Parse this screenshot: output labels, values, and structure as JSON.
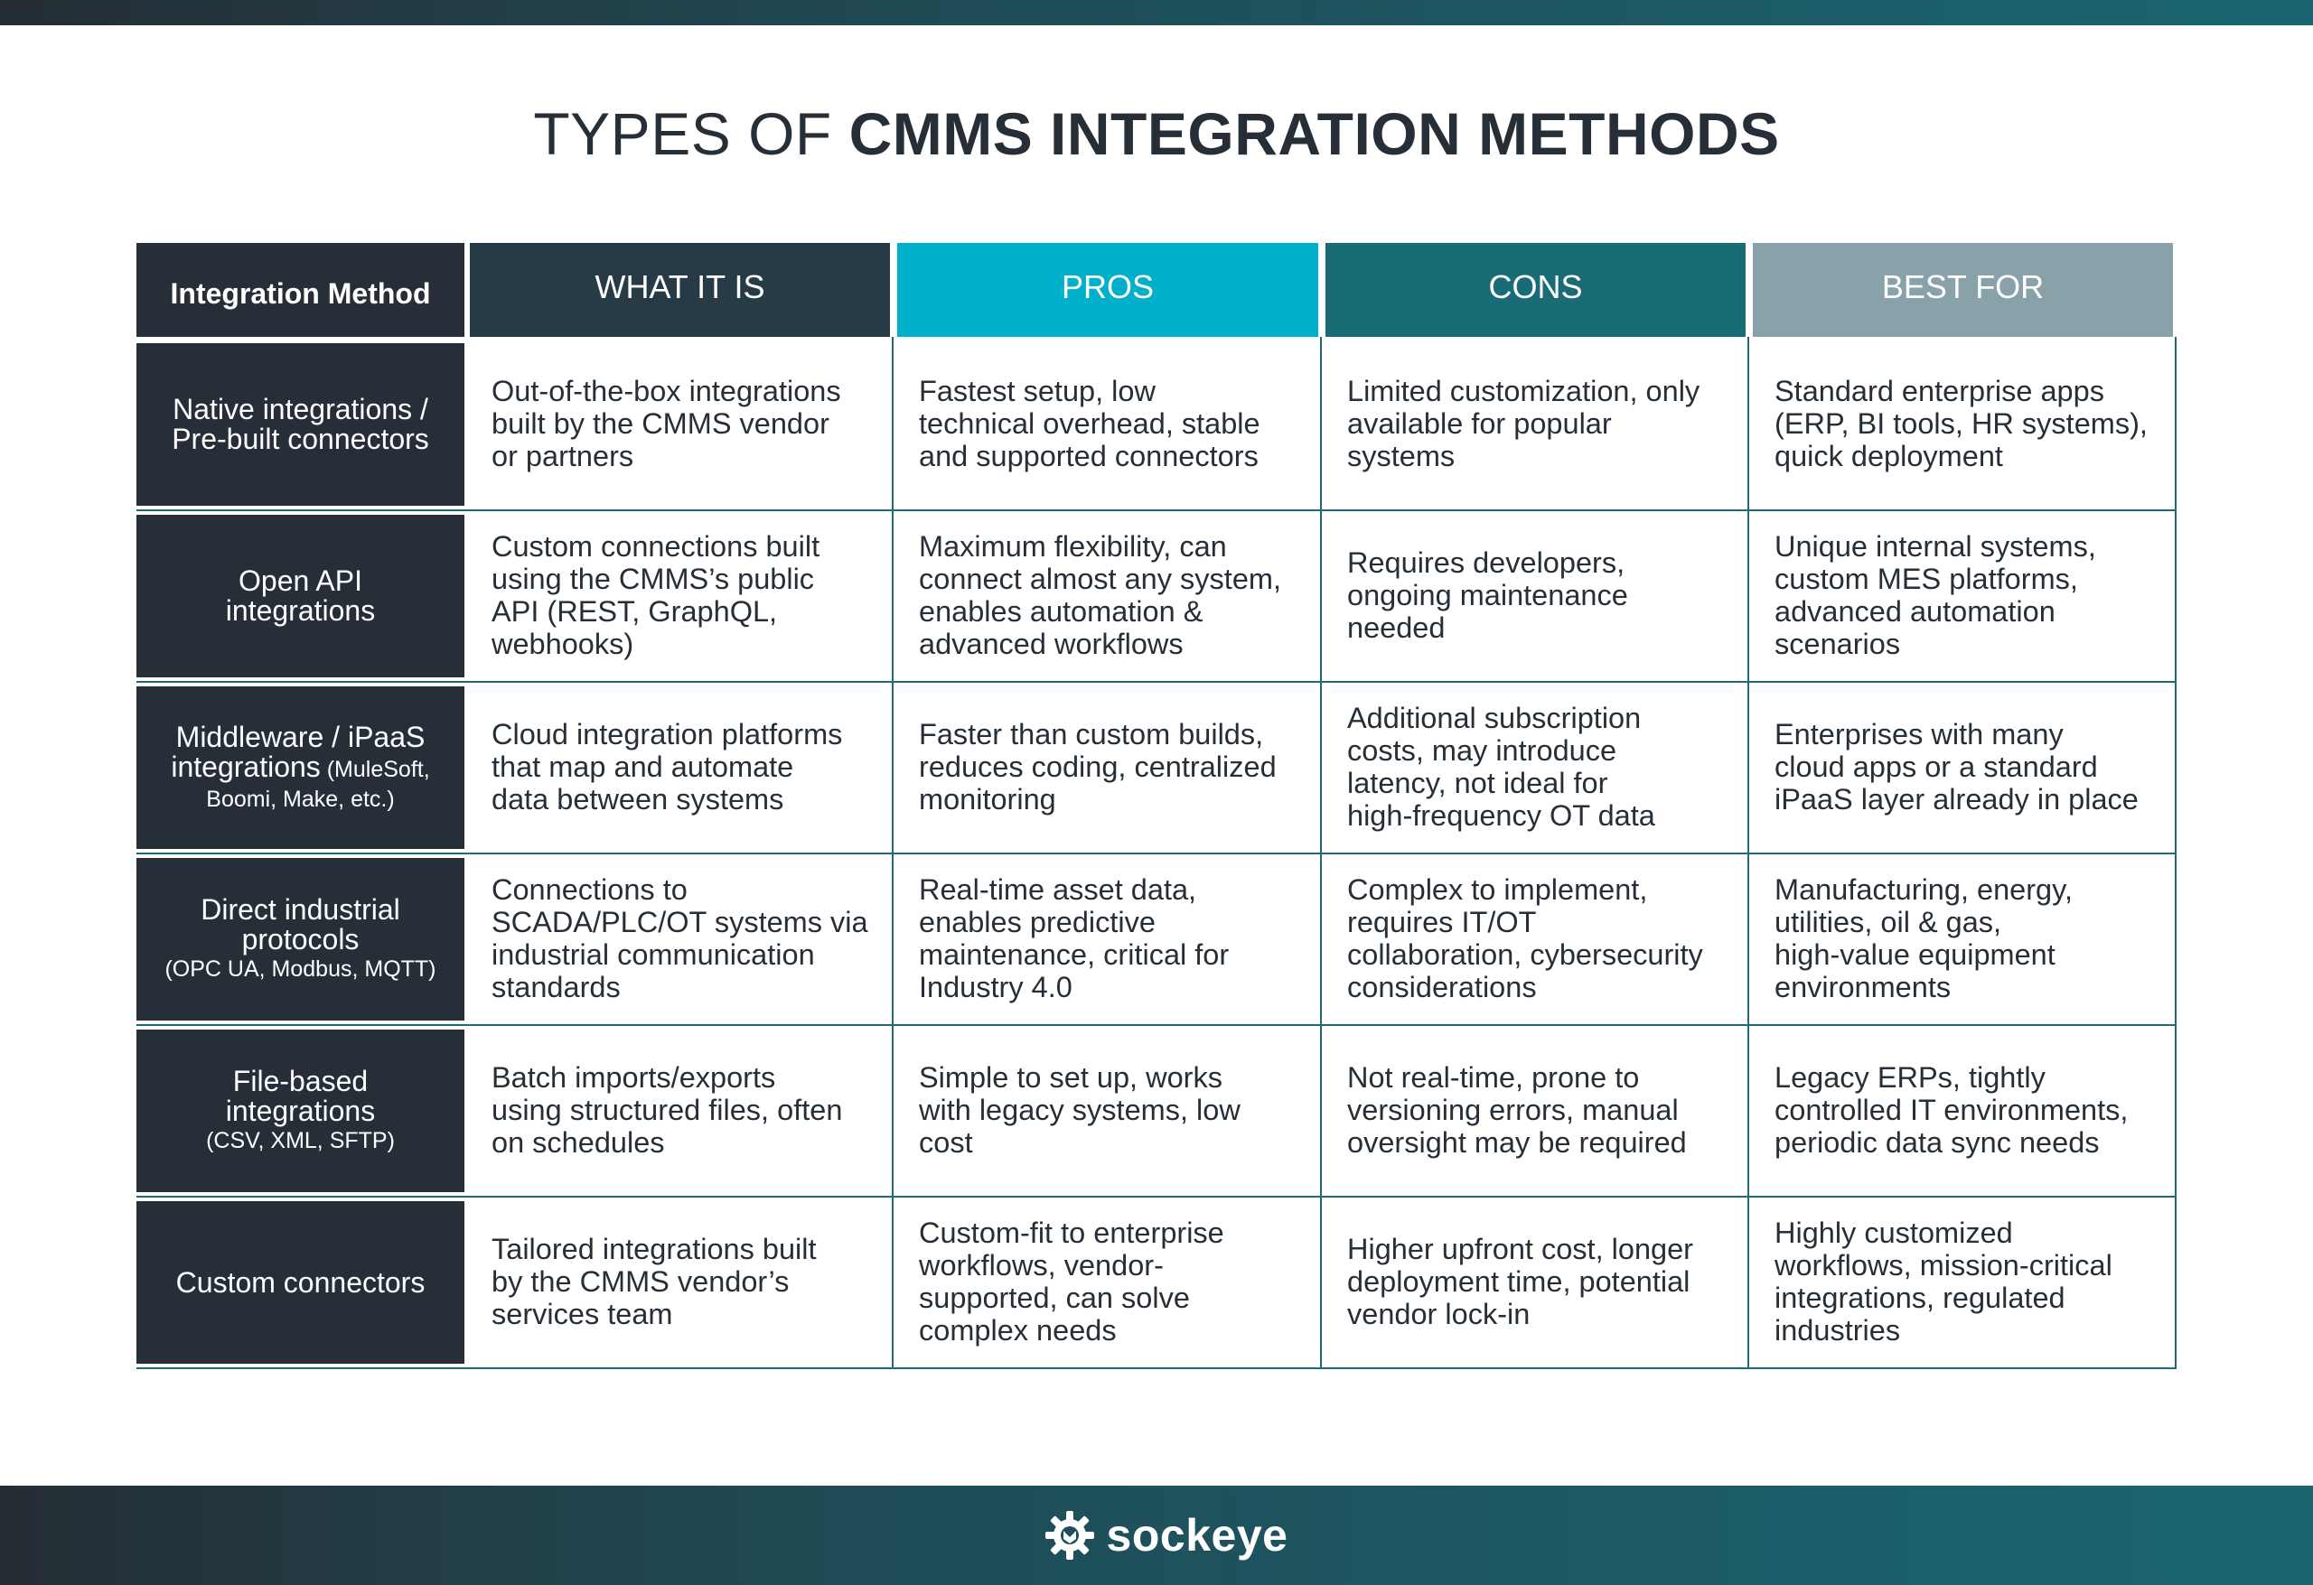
{
  "title": {
    "light": "TYPES OF",
    "bold": "CMMS INTEGRATION METHODS"
  },
  "header": {
    "method": "Integration Method",
    "what": "WHAT IT IS",
    "pros": "PROS",
    "cons": "CONS",
    "best": "BEST FOR"
  },
  "colors": {
    "dark": "#262f37",
    "what_header": "#263b45",
    "pros_header": "#00afc9",
    "cons_header": "#196b75",
    "best_header": "#89a1a8",
    "grid": "#1f6b75"
  },
  "rows": [
    {
      "method": [
        "Native integrations /",
        "Pre-built connectors"
      ],
      "method_note": "",
      "what": [
        "Out-of-the-box integrations",
        "built by the CMMS vendor",
        "or partners"
      ],
      "pros": [
        "Fastest setup,  low",
        "technical overhead, stable",
        "and supported connectors"
      ],
      "cons": [
        "Limited customization, only",
        "available for popular",
        "systems"
      ],
      "best": [
        "Standard enterprise apps",
        "(ERP, BI tools, HR systems),",
        "quick deployment"
      ]
    },
    {
      "method": [
        "Open API",
        "integrations"
      ],
      "method_note": "",
      "what": [
        "Custom connections built",
        "using the CMMS’s public",
        "API (REST, GraphQL,",
        "webhooks)"
      ],
      "pros": [
        "Maximum flexibility, can",
        "connect almost any system,",
        "enables automation &",
        "advanced workflows"
      ],
      "cons": [
        "Requires developers,",
        "ongoing maintenance",
        "needed"
      ],
      "best": [
        "Unique internal systems,",
        "custom MES platforms,",
        "advanced automation",
        "scenarios"
      ]
    },
    {
      "method": [
        "Middleware / iPaaS",
        "integrations"
      ],
      "method_inline": "(MuleSoft,",
      "method_note": "Boomi, Make, etc.)",
      "what": [
        "Cloud integration platforms",
        "that map and automate",
        "data between systems"
      ],
      "pros": [
        "Faster than custom builds,",
        "reduces coding, centralized",
        "monitoring"
      ],
      "cons": [
        "Additional subscription",
        "costs, may introduce",
        "latency, not ideal for",
        "high-frequency OT data"
      ],
      "best": [
        "Enterprises with many",
        "cloud apps or a standard",
        "iPaaS layer already in place"
      ]
    },
    {
      "method": [
        "Direct industrial",
        "protocols"
      ],
      "method_note": "(OPC UA, Modbus, MQTT)",
      "what": [
        "Connections to",
        "SCADA/PLC/OT systems via",
        "industrial communication",
        "standards"
      ],
      "pros": [
        "Real-time asset data,",
        "enables predictive",
        "maintenance, critical for",
        "Industry 4.0"
      ],
      "cons": [
        "Complex to implement,",
        "requires IT/OT",
        "collaboration, cybersecurity",
        "considerations"
      ],
      "best": [
        "Manufacturing, energy,",
        "utilities, oil & gas,",
        "high-value equipment",
        "environments"
      ]
    },
    {
      "method": [
        "File-based",
        "integrations"
      ],
      "method_note": "(CSV, XML, SFTP)",
      "what": [
        "Batch imports/exports",
        "using structured files, often",
        "on schedules"
      ],
      "pros": [
        "Simple to set up, works",
        "with legacy systems, low",
        "cost"
      ],
      "cons": [
        "Not real-time,  prone to",
        "versioning errors, manual",
        "oversight may be required"
      ],
      "best": [
        "Legacy ERPs, tightly",
        "controlled IT environments,",
        "periodic data sync needs"
      ]
    },
    {
      "method": [
        "Custom connectors"
      ],
      "method_note": "",
      "what": [
        "Tailored integrations built",
        "by the CMMS vendor’s",
        "services team"
      ],
      "pros": [
        "Custom-fit to enterprise",
        "workflows, vendor-",
        "supported, can solve",
        "complex needs"
      ],
      "cons": [
        "Higher upfront cost, longer",
        "deployment time, potential",
        "vendor lock-in"
      ],
      "best": [
        "Highly customized",
        "workflows, mission-critical",
        "integrations, regulated",
        "industries"
      ]
    }
  ],
  "footer": {
    "brand": "sockeye",
    "logo_icon": "gear-icon"
  }
}
